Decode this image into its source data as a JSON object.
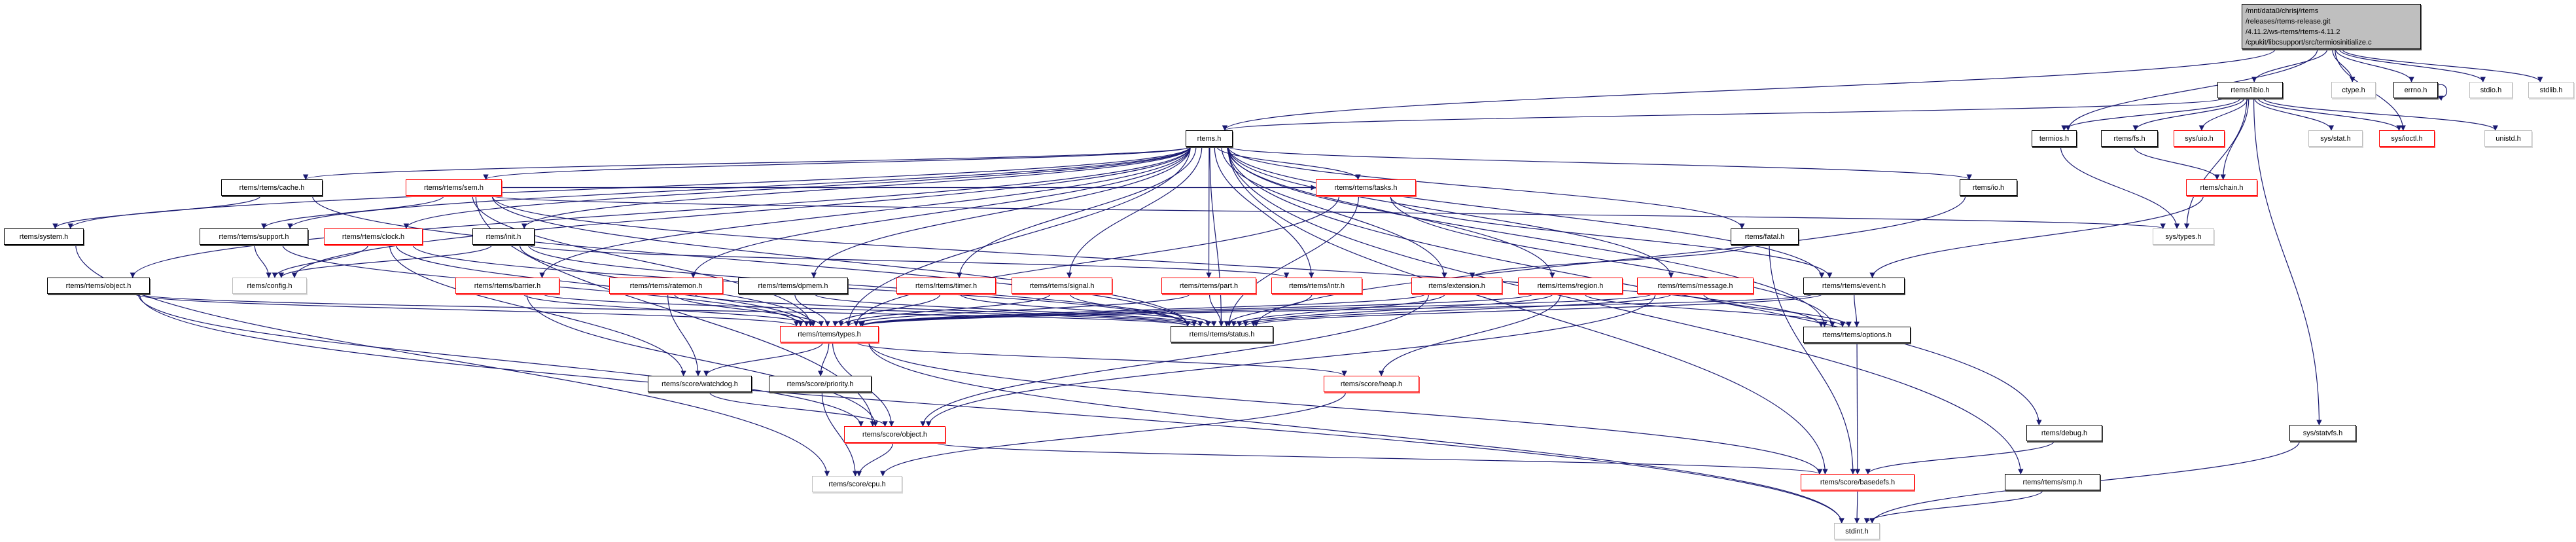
{
  "title": "Include dependency graph for termiosinitialize.c",
  "colors": {
    "edge": "#191970",
    "normal_border": "#000000",
    "truncated_border": "#ff0000",
    "undocumented_border": "#bfbfbf",
    "root_fill": "#bfbfbf"
  },
  "root": {
    "id": "root",
    "lines": [
      "/mnt/data0/chrisj/rtems",
      "/releases/rtems-release.git",
      "/4.11.2/ws-rtems/rtems-4.11.2",
      "/cpukit/libcsupport/src/termiosinitialize.c"
    ]
  },
  "nodes": [
    {
      "id": "libio",
      "label": "rtems/libio.h",
      "style": "normal"
    },
    {
      "id": "ctype",
      "label": "ctype.h",
      "style": "gray"
    },
    {
      "id": "errno",
      "label": "errno.h",
      "style": "normal"
    },
    {
      "id": "stdio",
      "label": "stdio.h",
      "style": "gray"
    },
    {
      "id": "stdlib",
      "label": "stdlib.h",
      "style": "gray"
    },
    {
      "id": "rtems_h",
      "label": "rtems.h",
      "style": "normal"
    },
    {
      "id": "termios",
      "label": "termios.h",
      "style": "normal"
    },
    {
      "id": "fs",
      "label": "rtems/fs.h",
      "style": "normal"
    },
    {
      "id": "uio",
      "label": "sys/uio.h",
      "style": "red"
    },
    {
      "id": "stat",
      "label": "sys/stat.h",
      "style": "gray"
    },
    {
      "id": "ioctl",
      "label": "sys/ioctl.h",
      "style": "red"
    },
    {
      "id": "unistd",
      "label": "unistd.h",
      "style": "gray"
    },
    {
      "id": "cache",
      "label": "rtems/rtems/cache.h",
      "style": "normal"
    },
    {
      "id": "sem",
      "label": "rtems/rtems/sem.h",
      "style": "red"
    },
    {
      "id": "tasks",
      "label": "rtems/rtems/tasks.h",
      "style": "red"
    },
    {
      "id": "io",
      "label": "rtems/io.h",
      "style": "normal"
    },
    {
      "id": "chain",
      "label": "rtems/chain.h",
      "style": "red"
    },
    {
      "id": "system",
      "label": "rtems/system.h",
      "style": "normal"
    },
    {
      "id": "support",
      "label": "rtems/rtems/support.h",
      "style": "normal"
    },
    {
      "id": "clock",
      "label": "rtems/rtems/clock.h",
      "style": "red"
    },
    {
      "id": "init",
      "label": "rtems/init.h",
      "style": "normal"
    },
    {
      "id": "fatal",
      "label": "rtems/fatal.h",
      "style": "normal"
    },
    {
      "id": "systypes",
      "label": "sys/types.h",
      "style": "gray"
    },
    {
      "id": "object",
      "label": "rtems/rtems/object.h",
      "style": "normal"
    },
    {
      "id": "config",
      "label": "rtems/config.h",
      "style": "gray"
    },
    {
      "id": "barrier",
      "label": "rtems/rtems/barrier.h",
      "style": "red"
    },
    {
      "id": "ratemon",
      "label": "rtems/rtems/ratemon.h",
      "style": "red"
    },
    {
      "id": "dpmem",
      "label": "rtems/rtems/dpmem.h",
      "style": "normal"
    },
    {
      "id": "timer",
      "label": "rtems/rtems/timer.h",
      "style": "red"
    },
    {
      "id": "signal",
      "label": "rtems/rtems/signal.h",
      "style": "red"
    },
    {
      "id": "part",
      "label": "rtems/rtems/part.h",
      "style": "red"
    },
    {
      "id": "intr",
      "label": "rtems/rtems/intr.h",
      "style": "red"
    },
    {
      "id": "extension",
      "label": "rtems/extension.h",
      "style": "red"
    },
    {
      "id": "region",
      "label": "rtems/rtems/region.h",
      "style": "red"
    },
    {
      "id": "message",
      "label": "rtems/rtems/message.h",
      "style": "red"
    },
    {
      "id": "event",
      "label": "rtems/rtems/event.h",
      "style": "normal"
    },
    {
      "id": "types",
      "label": "rtems/rtems/types.h",
      "style": "red"
    },
    {
      "id": "status",
      "label": "rtems/rtems/status.h",
      "style": "normal"
    },
    {
      "id": "options",
      "label": "rtems/rtems/options.h",
      "style": "normal"
    },
    {
      "id": "watchdog",
      "label": "rtems/score/watchdog.h",
      "style": "normal"
    },
    {
      "id": "priority",
      "label": "rtems/score/priority.h",
      "style": "normal"
    },
    {
      "id": "heap",
      "label": "rtems/score/heap.h",
      "style": "red"
    },
    {
      "id": "sobject",
      "label": "rtems/score/object.h",
      "style": "red"
    },
    {
      "id": "debug",
      "label": "rtems/debug.h",
      "style": "normal"
    },
    {
      "id": "statvfs",
      "label": "sys/statvfs.h",
      "style": "normal"
    },
    {
      "id": "cpu",
      "label": "rtems/score/cpu.h",
      "style": "gray"
    },
    {
      "id": "basedefs",
      "label": "rtems/score/basedefs.h",
      "style": "red"
    },
    {
      "id": "smp",
      "label": "rtems/rtems/smp.h",
      "style": "normal"
    },
    {
      "id": "stdint",
      "label": "stdint.h",
      "style": "gray"
    }
  ],
  "edges": [
    [
      "root",
      "rtems_h"
    ],
    [
      "root",
      "libio"
    ],
    [
      "root",
      "termios"
    ],
    [
      "root",
      "ctype"
    ],
    [
      "root",
      "errno"
    ],
    [
      "root",
      "stdio"
    ],
    [
      "root",
      "stdlib"
    ],
    [
      "root",
      "ioctl"
    ],
    [
      "errno",
      "errno"
    ],
    [
      "libio",
      "rtems_h"
    ],
    [
      "libio",
      "termios"
    ],
    [
      "libio",
      "fs"
    ],
    [
      "libio",
      "uio"
    ],
    [
      "libio",
      "chain"
    ],
    [
      "libio",
      "stat"
    ],
    [
      "libio",
      "ioctl"
    ],
    [
      "libio",
      "unistd"
    ],
    [
      "libio",
      "systypes"
    ],
    [
      "libio",
      "statvfs"
    ],
    [
      "fs",
      "chain"
    ],
    [
      "termios",
      "systypes"
    ],
    [
      "chain",
      "event"
    ],
    [
      "rtems_h",
      "system"
    ],
    [
      "rtems_h",
      "cache"
    ],
    [
      "rtems_h",
      "sem"
    ],
    [
      "rtems_h",
      "support"
    ],
    [
      "rtems_h",
      "clock"
    ],
    [
      "rtems_h",
      "config"
    ],
    [
      "rtems_h",
      "init"
    ],
    [
      "rtems_h",
      "object"
    ],
    [
      "rtems_h",
      "barrier"
    ],
    [
      "rtems_h",
      "ratemon"
    ],
    [
      "rtems_h",
      "dpmem"
    ],
    [
      "rtems_h",
      "timer"
    ],
    [
      "rtems_h",
      "signal"
    ],
    [
      "rtems_h",
      "part"
    ],
    [
      "rtems_h",
      "intr"
    ],
    [
      "rtems_h",
      "tasks"
    ],
    [
      "rtems_h",
      "extension"
    ],
    [
      "rtems_h",
      "region"
    ],
    [
      "rtems_h",
      "message"
    ],
    [
      "rtems_h",
      "event"
    ],
    [
      "rtems_h",
      "fatal"
    ],
    [
      "rtems_h",
      "io"
    ],
    [
      "rtems_h",
      "status"
    ],
    [
      "rtems_h",
      "types"
    ],
    [
      "rtems_h",
      "options"
    ],
    [
      "rtems_h",
      "debug"
    ],
    [
      "rtems_h",
      "smp"
    ],
    [
      "rtems_h",
      "basedefs"
    ],
    [
      "cache",
      "system"
    ],
    [
      "cache",
      "status"
    ],
    [
      "sem",
      "support"
    ],
    [
      "sem",
      "types"
    ],
    [
      "sem",
      "status"
    ],
    [
      "sem",
      "tasks"
    ],
    [
      "sem",
      "options"
    ],
    [
      "sem",
      "systypes"
    ],
    [
      "sem",
      "sobject"
    ],
    [
      "system",
      "cpu"
    ],
    [
      "support",
      "config"
    ],
    [
      "support",
      "types"
    ],
    [
      "clock",
      "config"
    ],
    [
      "clock",
      "types"
    ],
    [
      "clock",
      "status"
    ],
    [
      "clock",
      "watchdog"
    ],
    [
      "init",
      "config"
    ],
    [
      "init",
      "types"
    ],
    [
      "init",
      "status"
    ],
    [
      "init",
      "intr"
    ],
    [
      "object",
      "types"
    ],
    [
      "object",
      "status"
    ],
    [
      "object",
      "sobject"
    ],
    [
      "object",
      "stdint"
    ],
    [
      "barrier",
      "types"
    ],
    [
      "barrier",
      "status"
    ],
    [
      "barrier",
      "sobject"
    ],
    [
      "ratemon",
      "types"
    ],
    [
      "ratemon",
      "status"
    ],
    [
      "ratemon",
      "watchdog"
    ],
    [
      "dpmem",
      "types"
    ],
    [
      "dpmem",
      "status"
    ],
    [
      "timer",
      "types"
    ],
    [
      "timer",
      "status"
    ],
    [
      "signal",
      "types"
    ],
    [
      "signal",
      "status"
    ],
    [
      "part",
      "types"
    ],
    [
      "part",
      "status"
    ],
    [
      "intr",
      "status"
    ],
    [
      "tasks",
      "types"
    ],
    [
      "tasks",
      "status"
    ],
    [
      "tasks",
      "event"
    ],
    [
      "tasks",
      "options"
    ],
    [
      "extension",
      "types"
    ],
    [
      "extension",
      "status"
    ],
    [
      "extension",
      "sobject"
    ],
    [
      "region",
      "types"
    ],
    [
      "region",
      "status"
    ],
    [
      "region",
      "heap"
    ],
    [
      "region",
      "options"
    ],
    [
      "message",
      "types"
    ],
    [
      "message",
      "status"
    ],
    [
      "message",
      "options"
    ],
    [
      "message",
      "sobject"
    ],
    [
      "event",
      "types"
    ],
    [
      "event",
      "status"
    ],
    [
      "event",
      "options"
    ],
    [
      "fatal",
      "extension"
    ],
    [
      "fatal",
      "basedefs"
    ],
    [
      "io",
      "status"
    ],
    [
      "types",
      "watchdog"
    ],
    [
      "types",
      "priority"
    ],
    [
      "types",
      "sobject"
    ],
    [
      "types",
      "heap"
    ],
    [
      "types",
      "basedefs"
    ],
    [
      "types",
      "stdint"
    ],
    [
      "options",
      "basedefs"
    ],
    [
      "watchdog",
      "sobject"
    ],
    [
      "priority",
      "cpu"
    ],
    [
      "heap",
      "cpu"
    ],
    [
      "sobject",
      "cpu"
    ],
    [
      "sobject",
      "basedefs"
    ],
    [
      "debug",
      "basedefs"
    ],
    [
      "smp",
      "stdint"
    ],
    [
      "statvfs",
      "stdint"
    ],
    [
      "basedefs",
      "stdint"
    ]
  ]
}
